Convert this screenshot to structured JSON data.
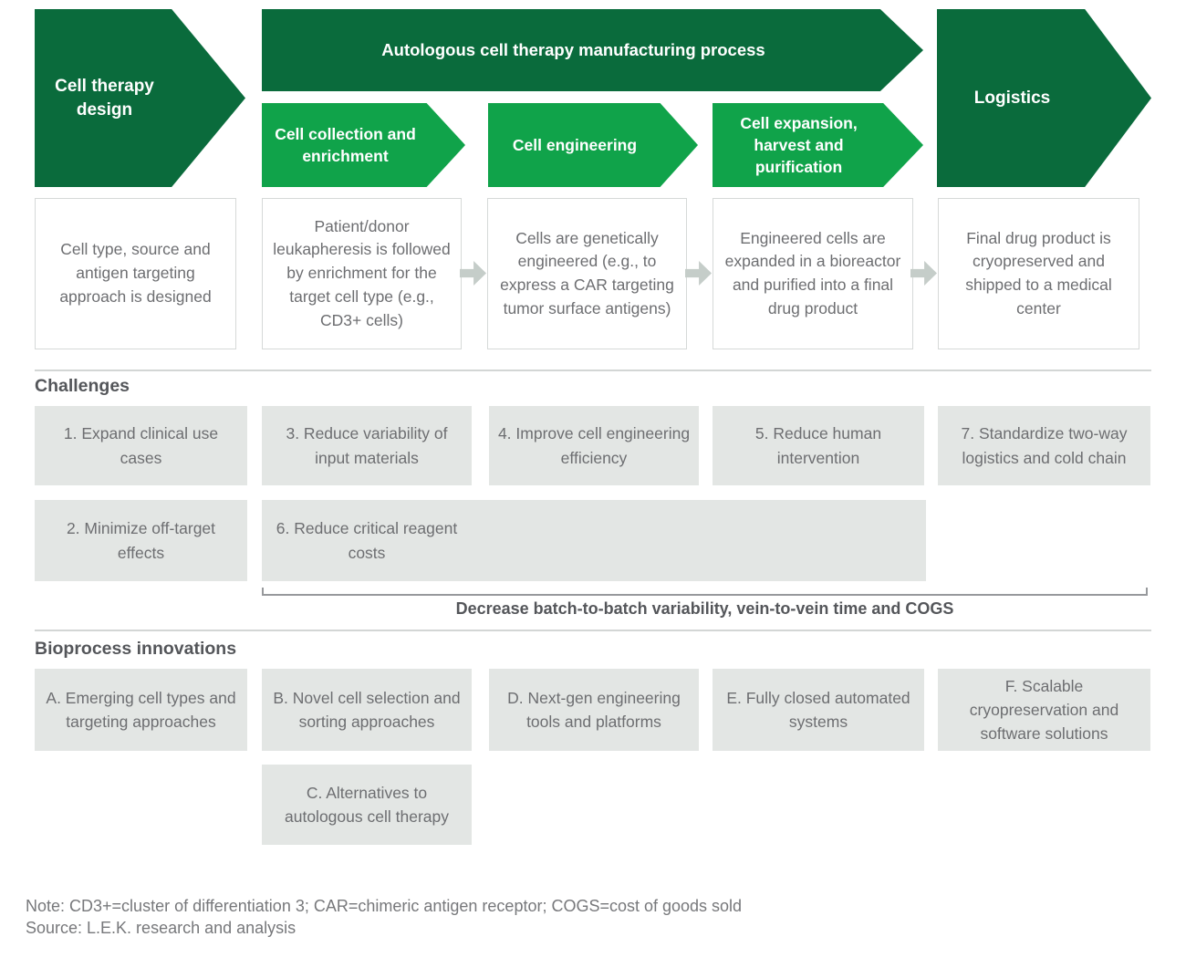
{
  "colors": {
    "dark_green": "#0a6b3c",
    "light_green": "#10a34a",
    "box_gray": "#e3e6e4",
    "box_text_gray": "#6d6e71",
    "heading_gray": "#54565a",
    "flow_arrow_gray": "#c5cdc9"
  },
  "flow": {
    "design": "Cell therapy design",
    "banner": "Autologous cell therapy manufacturing process",
    "stages": [
      "Cell collection and enrichment",
      "Cell engineering",
      "Cell expansion, harvest and purification"
    ],
    "logistics": "Logistics",
    "descriptions": [
      "Cell type, source and antigen targeting approach is designed",
      "Patient/donor leukapheresis is followed by enrichment for the target cell type (e.g., CD3+ cells)",
      "Cells are genetically engineered (e.g., to express a CAR targeting tumor surface antigens)",
      "Engineered cells are expanded in a bioreactor and purified into a final drug product",
      "Final drug product is cryopreserved and shipped to a medical center"
    ]
  },
  "challenges": {
    "heading": "Challenges",
    "row1": [
      "1. Expand clinical use cases",
      "3. Reduce variability of input materials",
      "4. Improve cell engineering efficiency",
      "5. Reduce human intervention",
      "7. Standardize two-way logistics and cold chain"
    ],
    "row2": [
      "2. Minimize off-target effects",
      "6. Reduce critical reagent costs"
    ],
    "bracket_text": "Decrease batch-to-batch variability, vein-to-vein time and COGS"
  },
  "innovations": {
    "heading": "Bioprocess innovations",
    "row1": [
      "A. Emerging cell types and targeting approaches",
      "B. Novel cell selection and sorting approaches",
      "D. Next-gen engineering tools and platforms",
      "E. Fully closed automated systems",
      "F. Scalable cryopreservation and software solutions"
    ],
    "row2": [
      "C. Alternatives to autologous cell therapy"
    ]
  },
  "footer": {
    "note": "Note: CD3+=cluster of differentiation 3; CAR=chimeric antigen receptor; COGS=cost of goods sold",
    "source": "Source: L.E.K. research and analysis"
  }
}
